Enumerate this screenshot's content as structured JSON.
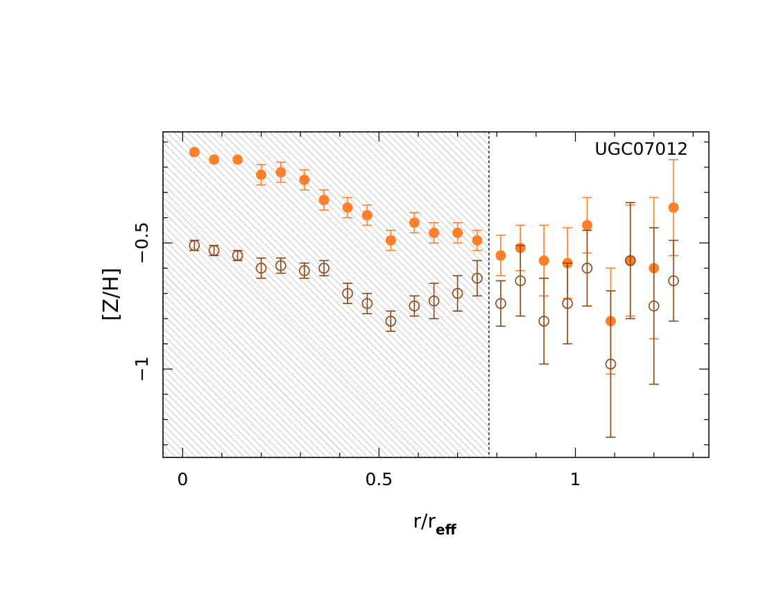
{
  "chart_data": {
    "type": "scatter",
    "title": "",
    "annotation": "UGC07012",
    "xlabel": "r/r",
    "xlabel_sub": "eff",
    "ylabel": "[Z/H]",
    "xlim": [
      -0.05,
      1.34
    ],
    "ylim": [
      -1.35,
      -0.06
    ],
    "x_ticks": [
      {
        "v": 0,
        "label": "0"
      },
      {
        "v": 0.5,
        "label": "0.5"
      },
      {
        "v": 1,
        "label": "1"
      }
    ],
    "y_ticks": [
      {
        "v": -0.5,
        "label": "−0.5"
      },
      {
        "v": -1,
        "label": "−1"
      }
    ],
    "shaded_region": {
      "x": [
        -0.05,
        0.78
      ],
      "pattern": "hatched"
    },
    "colors": {
      "filled": "#ff7f2a",
      "open": "#8b4513",
      "hatch": "#aaaaaa"
    },
    "series": [
      {
        "marker": "filled-circle",
        "x": [
          0.03,
          0.08,
          0.14,
          0.2,
          0.25,
          0.31,
          0.36,
          0.42,
          0.47,
          0.53,
          0.59,
          0.64,
          0.7,
          0.75,
          0.81,
          0.86,
          0.92,
          0.98,
          1.03,
          1.09,
          1.14,
          1.2,
          1.25
        ],
        "y": [
          -0.14,
          -0.17,
          -0.17,
          -0.23,
          -0.22,
          -0.25,
          -0.33,
          -0.36,
          -0.39,
          -0.49,
          -0.42,
          -0.46,
          -0.46,
          -0.49,
          -0.55,
          -0.52,
          -0.57,
          -0.58,
          -0.43,
          -0.81,
          -0.57,
          -0.6,
          -0.36
        ],
        "err": [
          0,
          0,
          0,
          0.04,
          0.04,
          0.04,
          0.04,
          0.04,
          0.04,
          0.04,
          0.04,
          0.04,
          0.04,
          0.04,
          0.08,
          0.09,
          0.14,
          0.14,
          0.11,
          0.21,
          0.22,
          0.28,
          0.19
        ]
      },
      {
        "marker": "open-circle",
        "x": [
          0.03,
          0.08,
          0.14,
          0.2,
          0.25,
          0.31,
          0.36,
          0.42,
          0.47,
          0.53,
          0.59,
          0.64,
          0.7,
          0.75,
          0.81,
          0.86,
          0.92,
          0.98,
          1.03,
          1.09,
          1.14,
          1.2,
          1.25
        ],
        "y": [
          -0.51,
          -0.53,
          -0.55,
          -0.6,
          -0.59,
          -0.61,
          -0.6,
          -0.7,
          -0.74,
          -0.81,
          -0.75,
          -0.73,
          -0.7,
          -0.64,
          -0.74,
          -0.65,
          -0.81,
          -0.74,
          -0.6,
          -0.98,
          -0.57,
          -0.75,
          -0.65
        ],
        "err": [
          0.02,
          0.02,
          0.02,
          0.04,
          0.03,
          0.03,
          0.03,
          0.04,
          0.04,
          0.04,
          0.04,
          0.07,
          0.07,
          0.07,
          0.09,
          0.14,
          0.17,
          0.16,
          0.15,
          0.29,
          0.23,
          0.31,
          0.16
        ]
      }
    ]
  }
}
